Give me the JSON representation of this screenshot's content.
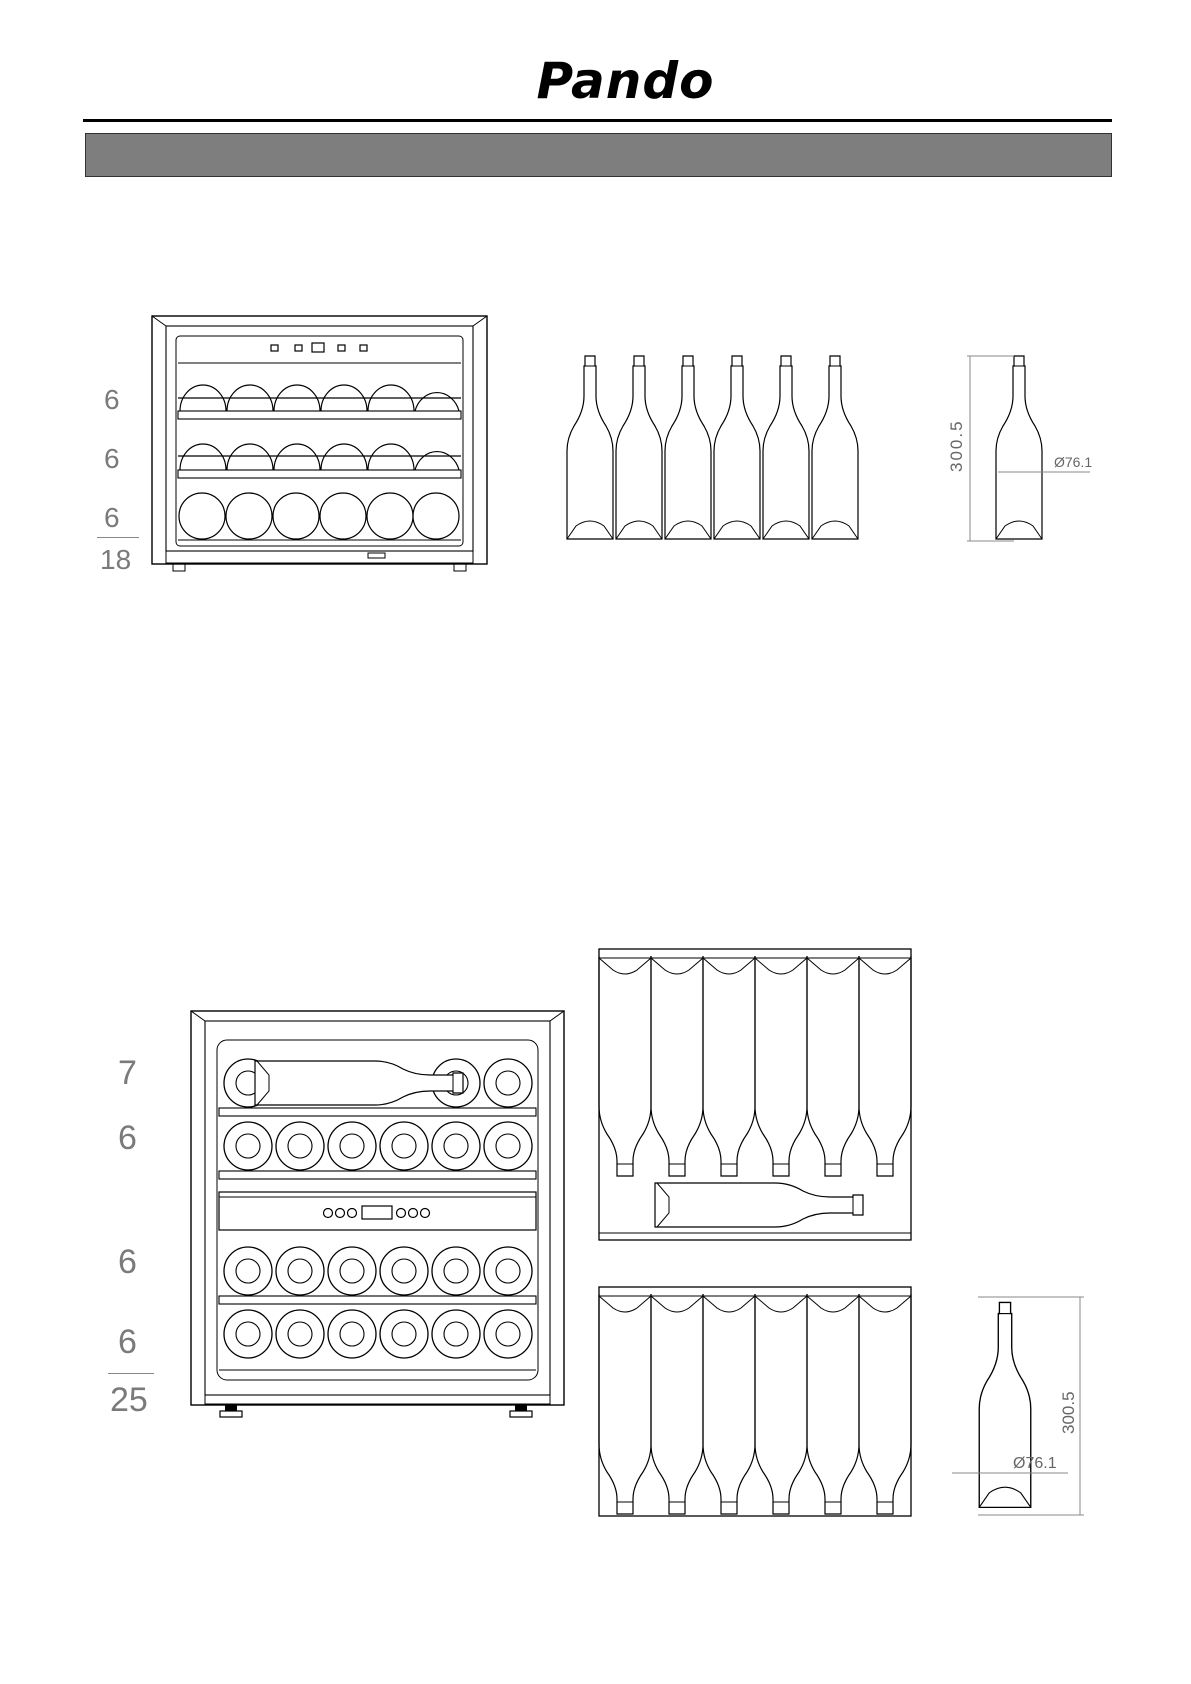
{
  "header": {
    "brand": "Pando"
  },
  "cabinet_1": {
    "shelf_counts": [
      "6",
      "6",
      "6"
    ],
    "total": "18",
    "bottle_height": "300.5",
    "bottle_diameter": "Ø76.1"
  },
  "cabinet_2": {
    "shelf_counts": [
      "7",
      "6",
      "6",
      "6"
    ],
    "total": "25",
    "bottle_height": "300.5",
    "bottle_diameter": "Ø76.1"
  }
}
